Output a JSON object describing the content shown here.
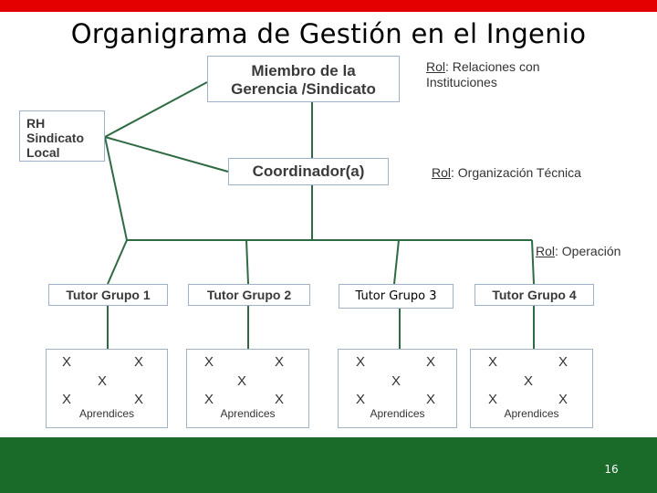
{
  "title": "Organigrama de Gestión en el Ingenio",
  "nodes": {
    "top_line1": "Miembro de la",
    "top_line2": "Gerencia /Sindicato",
    "rh_line1": "RH",
    "rh_line2": "Sindicato",
    "rh_line3": "Local",
    "coordinator": "Coordinador(a)"
  },
  "roles": {
    "keyword": "Rol",
    "top_line1": ": Relaciones con",
    "top_line2": "Instituciones",
    "coordinator": ":  Organización Técnica",
    "operation": ":  Operación"
  },
  "tutors": [
    "Tutor Grupo 1",
    "Tutor Grupo 2",
    "Tutor Grupo 3",
    "Tutor Grupo 4"
  ],
  "groups": {
    "mark": "X",
    "label": "Aprendices"
  },
  "colors": {
    "connector": "#2e6b43",
    "box_border": "#9fb2c7",
    "top_bar": "#e50000",
    "footer": "#1a6b2a"
  },
  "page_number": "16"
}
